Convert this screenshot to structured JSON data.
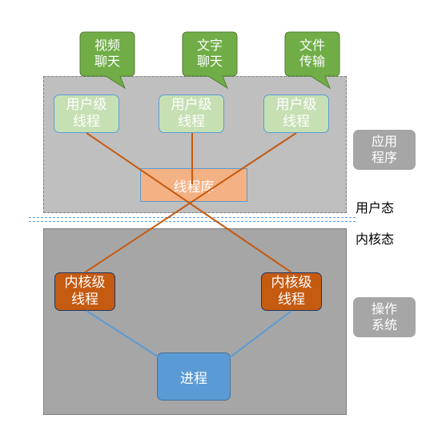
{
  "callouts": {
    "video_chat": "视频\n聊天",
    "text_chat": "文字\n聊天",
    "file_transfer": "文件\n传输"
  },
  "user_threads": {
    "t1": "用户级\n线程",
    "t2": "用户级\n线程",
    "t3": "用户级\n线程"
  },
  "thread_library": "线程库",
  "kernel_threads": {
    "k1": "内核级\n线程",
    "k2": "内核级\n线程"
  },
  "process": "进程",
  "labels": {
    "application": "应用\n程序",
    "user_mode": "用户态",
    "kernel_mode": "内核态",
    "operating_system": "操作\n系统"
  },
  "colors": {
    "callout_fill": "#70ad47",
    "user_thread_fill": "#c6e0b4",
    "kernel_thread_fill": "#c55a11",
    "thread_library_fill": "#f4b183",
    "process_fill": "#5b9bd5",
    "mapping_line_orange": "#c55a11",
    "mapping_line_blue": "#5b9bd5"
  }
}
